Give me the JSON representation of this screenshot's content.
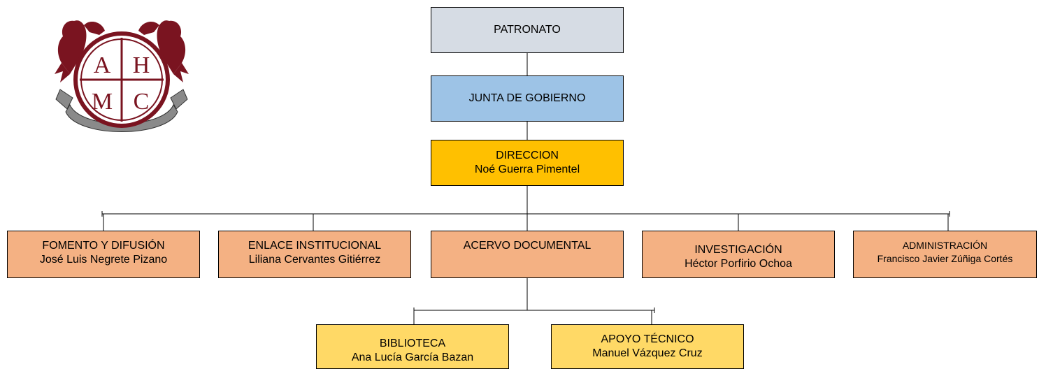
{
  "logo": {
    "letters": [
      "A",
      "H",
      "M",
      "C"
    ],
    "accent_color": "#8b1a22",
    "secondary_color": "#555555"
  },
  "colors": {
    "patronato": "#d6dce4",
    "junta": "#9dc3e6",
    "direccion": "#ffc000",
    "areas": "#f4b183",
    "subareas": "#ffd966",
    "connector": "#000000"
  },
  "nodes": {
    "patronato": {
      "title": "PATRONATO"
    },
    "junta": {
      "title": "JUNTA DE GOBIERNO"
    },
    "direccion": {
      "title": "DIRECCION",
      "name": "Noé Guerra Pimentel"
    },
    "fomento": {
      "title": "FOMENTO Y DIFUSIÓN",
      "name": "José Luis Negrete Pizano"
    },
    "enlace": {
      "title": "ENLACE INSTITUCIONAL",
      "name": "Liliana Cervantes Gitiérrez"
    },
    "acervo": {
      "title": "ACERVO DOCUMENTAL"
    },
    "investigacion": {
      "title": "INVESTIGACIÓN",
      "name": "Héctor Porfirio Ochoa"
    },
    "administracion": {
      "title": "ADMINISTRACIÓN",
      "name": "Francisco Javier Zúñiga Cortés"
    },
    "biblioteca": {
      "title": "BIBLIOTECA",
      "name": "Ana Lucía García Bazan"
    },
    "apoyo": {
      "title": "APOYO TÉCNICO",
      "name": "Manuel Vázquez Cruz"
    }
  }
}
